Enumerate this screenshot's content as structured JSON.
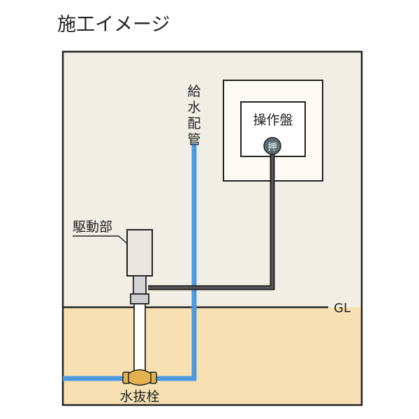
{
  "title": "施工イメージ",
  "labels": {
    "pipe": "給水配管",
    "control_panel": "操作盤",
    "push_button": "押",
    "drive_unit": "駆動部",
    "ground_level": "GL",
    "drain_valve": "水抜栓"
  },
  "colors": {
    "background": "#ffffff",
    "wall": "#f1eee5",
    "ground": "#f7e1b3",
    "water_pipe": "#4a9ae0",
    "cable": "#333333",
    "valve_brass": "#e3b24f",
    "button": "#5d6e73",
    "outline": "#222222"
  }
}
